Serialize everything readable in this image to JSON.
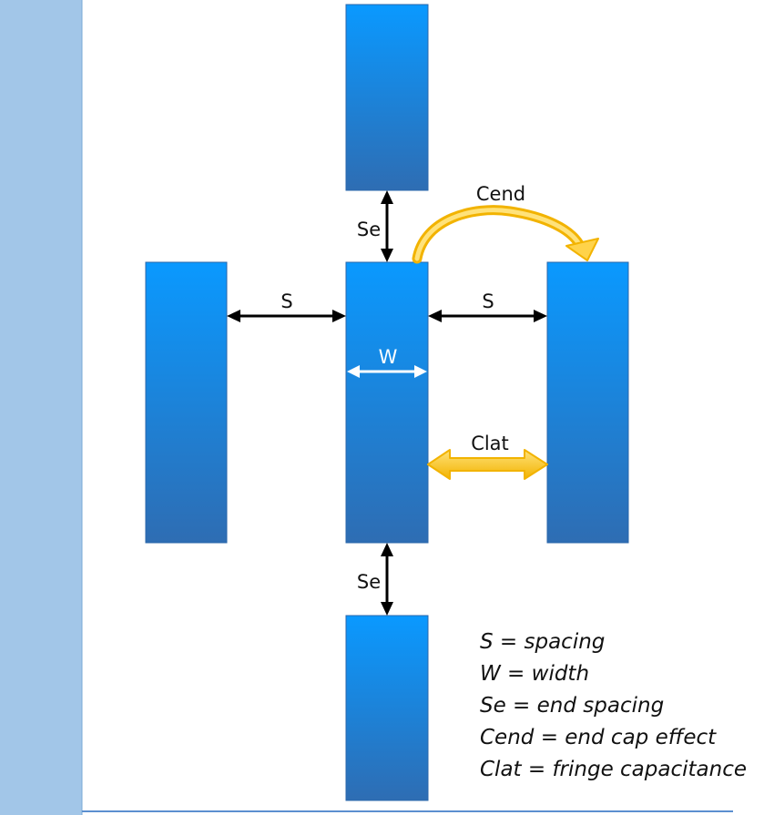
{
  "colors": {
    "wire_top": "#0a99ff",
    "wire_bottom": "#2e6db3",
    "wire_edge": "#2a66aa",
    "sidebar": "#a2c6e8",
    "sidebar_edge": "#7aa9d6",
    "rule": "#5b8fd0",
    "dimension_arrow": "#000000",
    "width_arrow": "#ffffff",
    "cap_arrow_outer": "#f2b300",
    "cap_arrow_inner": "#ffe27a"
  },
  "labels": {
    "spacing_left": "S",
    "spacing_right": "S",
    "end_spacing_top": "Se",
    "end_spacing_bottom": "Se",
    "width": "W",
    "end_cap": "Cend",
    "lateral": "Clat"
  },
  "legend": [
    "S = spacing",
    "W = width",
    "Se = end spacing",
    "Cend = end cap effect",
    "Clat = fringe capacitance"
  ]
}
